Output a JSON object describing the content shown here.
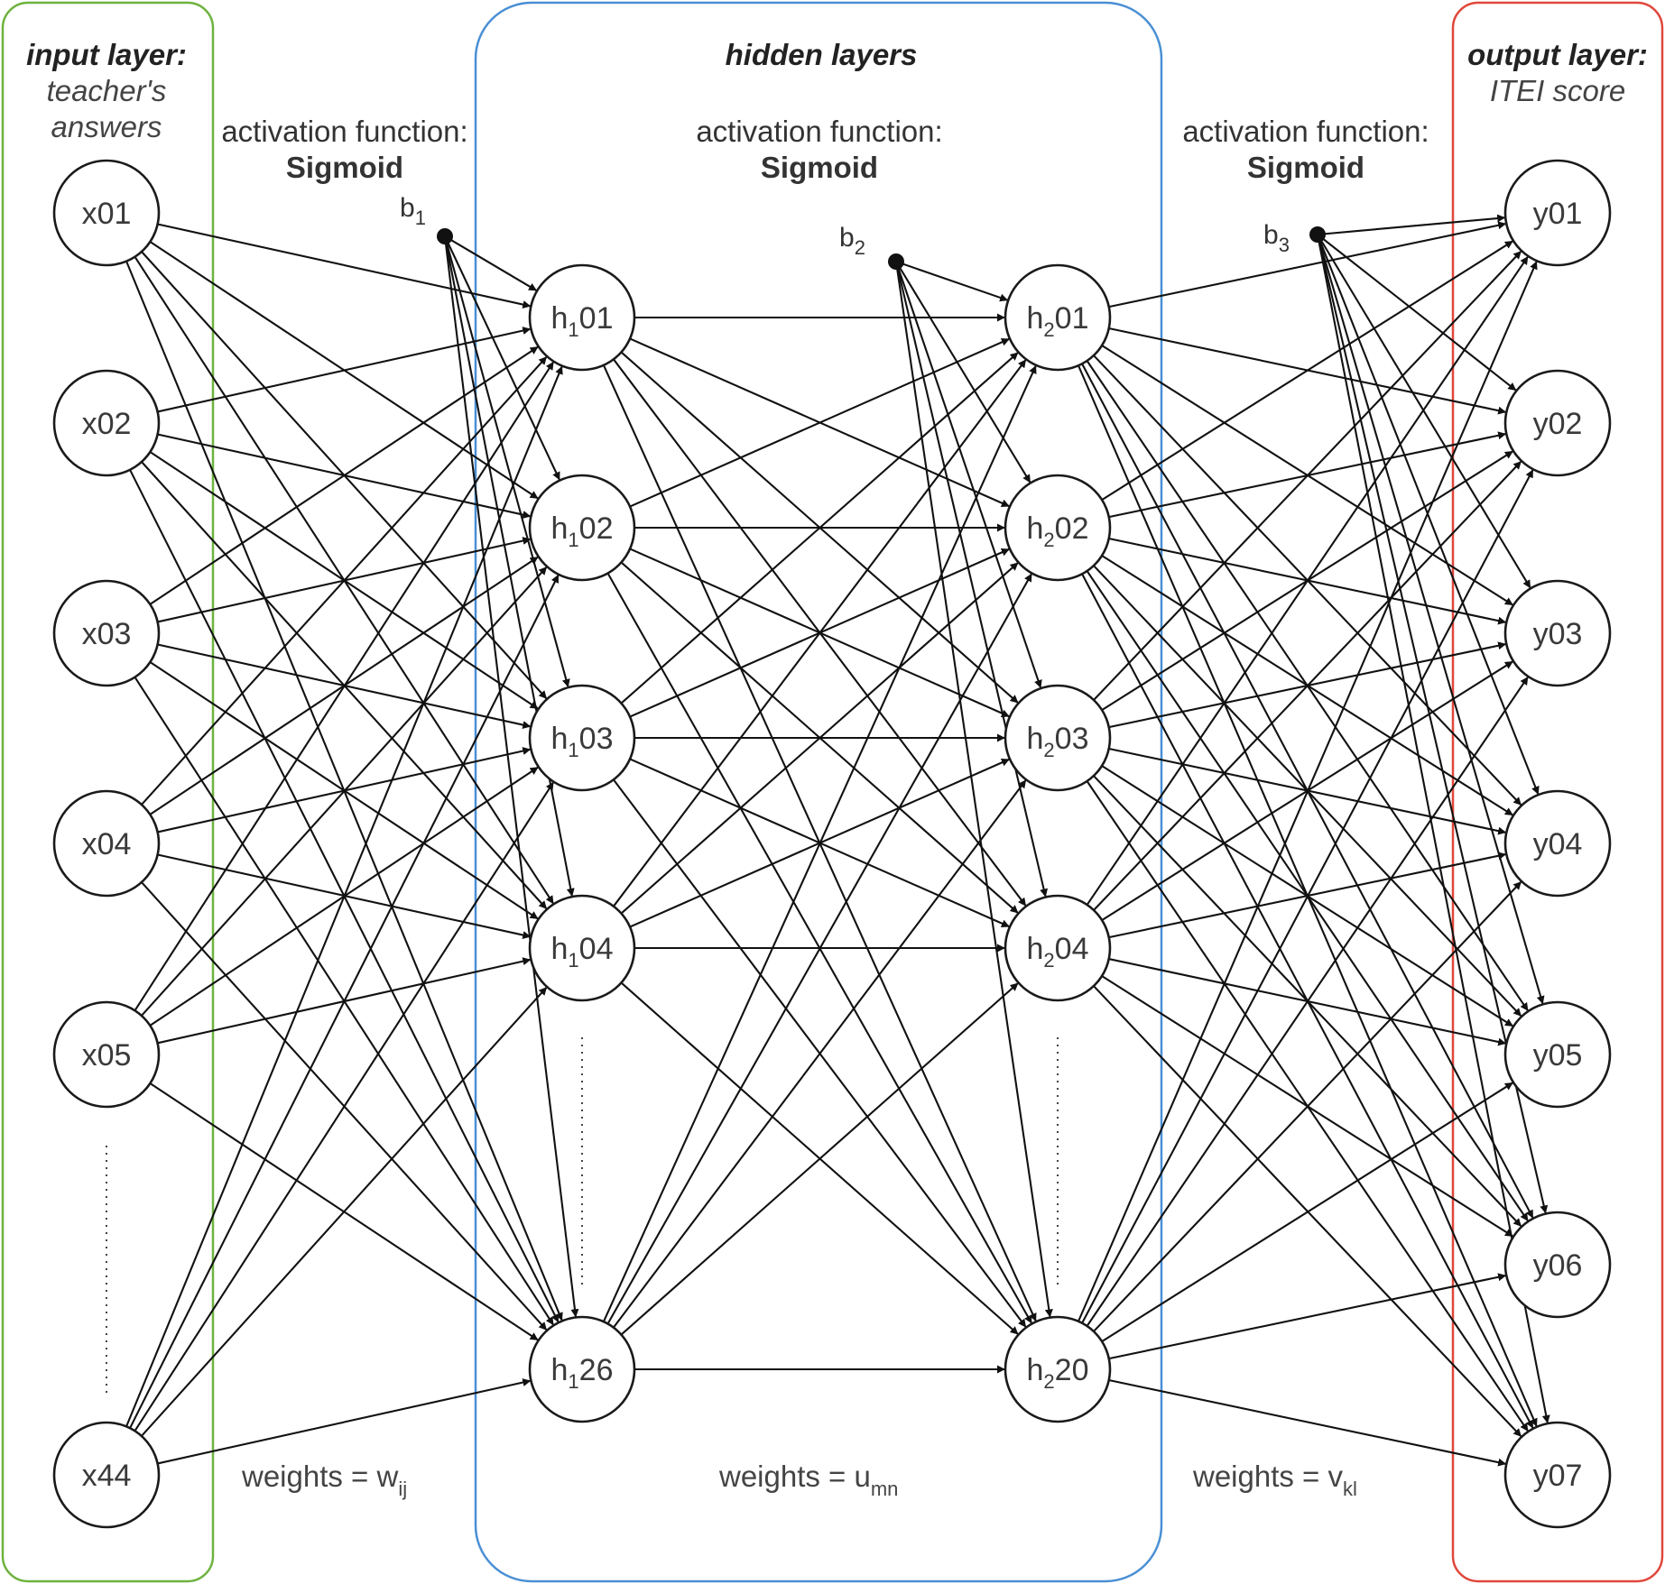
{
  "input_panel": {
    "title": "input layer:",
    "subtitle_line1": "teacher's",
    "subtitle_line2": "answers",
    "color": "#6db33f"
  },
  "hidden_panel": {
    "title": "hidden layers",
    "color": "#4a8fd4"
  },
  "output_panel": {
    "title": "output layer:",
    "subtitle": "ITEI score",
    "color": "#e0473b"
  },
  "activations": [
    {
      "line1": "activation function:",
      "line2": "Sigmoid"
    },
    {
      "line1": "activation function:",
      "line2": "Sigmoid"
    },
    {
      "line1": "activation function:",
      "line2": "Sigmoid"
    }
  ],
  "weights": [
    {
      "text": "weights = w",
      "sub": "ij"
    },
    {
      "text": "weights = u",
      "sub": "mn"
    },
    {
      "text": "weights = v",
      "sub": "kl"
    }
  ],
  "biases": [
    {
      "text": "b",
      "sub": "1"
    },
    {
      "text": "b",
      "sub": "2"
    },
    {
      "text": "b",
      "sub": "3"
    }
  ],
  "layers": {
    "input": [
      {
        "label": "x01"
      },
      {
        "label": "x02"
      },
      {
        "label": "x03"
      },
      {
        "label": "x04"
      },
      {
        "label": "x05"
      },
      {
        "label": "x44"
      }
    ],
    "hidden1": [
      {
        "prefix": "h",
        "sub": "1",
        "suffix": "01"
      },
      {
        "prefix": "h",
        "sub": "1",
        "suffix": "02"
      },
      {
        "prefix": "h",
        "sub": "1",
        "suffix": "03"
      },
      {
        "prefix": "h",
        "sub": "1",
        "suffix": "04"
      },
      {
        "prefix": "h",
        "sub": "1",
        "suffix": "26"
      }
    ],
    "hidden2": [
      {
        "prefix": "h",
        "sub": "2",
        "suffix": "01"
      },
      {
        "prefix": "h",
        "sub": "2",
        "suffix": "02"
      },
      {
        "prefix": "h",
        "sub": "2",
        "suffix": "03"
      },
      {
        "prefix": "h",
        "sub": "2",
        "suffix": "04"
      },
      {
        "prefix": "h",
        "sub": "2",
        "suffix": "20"
      }
    ],
    "output": [
      {
        "label": "y01"
      },
      {
        "label": "y02"
      },
      {
        "label": "y03"
      },
      {
        "label": "y04"
      },
      {
        "label": "y05"
      },
      {
        "label": "y06"
      },
      {
        "label": "y07"
      }
    ]
  }
}
